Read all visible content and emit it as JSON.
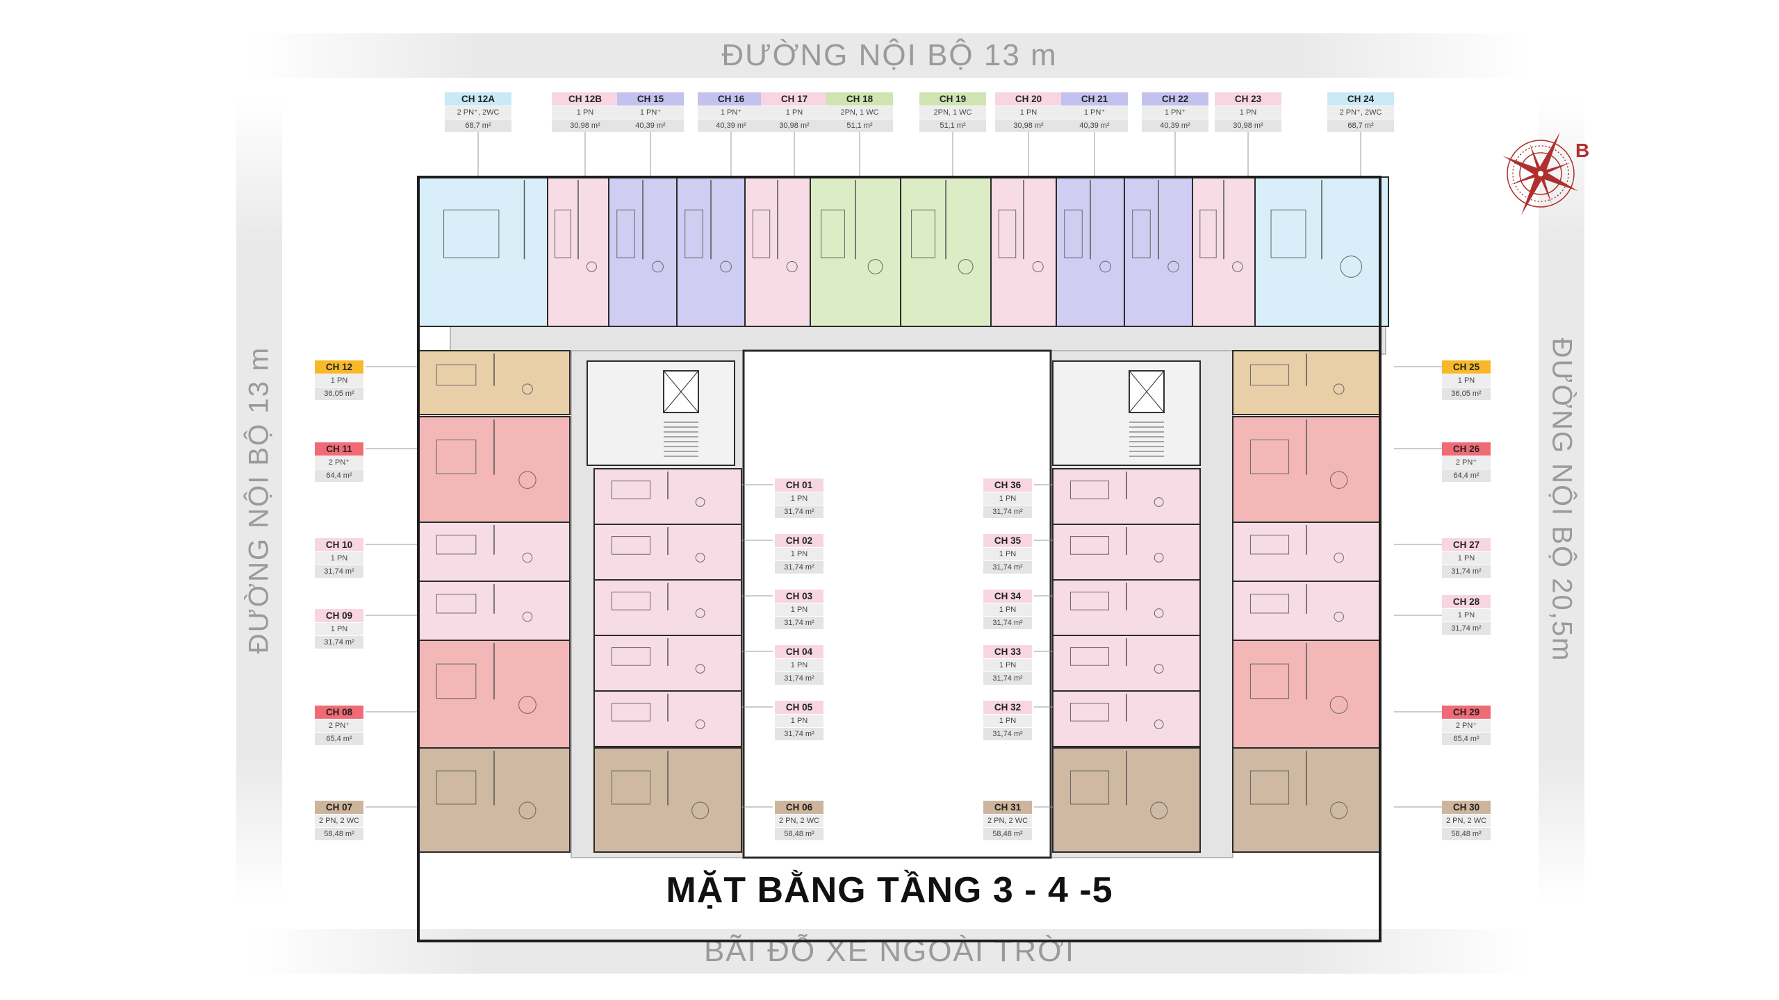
{
  "title": "MẶT BẰNG TẦNG 3 - 4 -5",
  "roads": {
    "top": "ĐƯỜNG NỘI BỘ 13 m",
    "left": "ĐƯỜNG NỘI BỘ 13 m",
    "right": "ĐƯỜNG NỘI BỘ 20,5m",
    "bottom": "BÃI ĐỖ XE NGOÀI TRỜI"
  },
  "compass": {
    "label": "B",
    "color": "#b0302f"
  },
  "colors": {
    "blue": "#d8eef8",
    "pink": "#f7dce6",
    "lilac": "#cfcdf1",
    "green": "#dcecc4",
    "salmon": "#f3b7b8",
    "beige": "#e9cfa8",
    "tan": "#cfb9a3",
    "corridor": "#e4e4e4"
  },
  "units": {
    "top": [
      {
        "code": "CH 12A",
        "type": "2 PN⁺, 2WC",
        "area": "68,7 m²",
        "tag": "#c9e9f6"
      },
      {
        "code": "CH 12B",
        "type": "1 PN",
        "area": "30,98 m²",
        "tag": "#f7d6e2"
      },
      {
        "code": "CH 15",
        "type": "1 PN⁺",
        "area": "40,39 m²",
        "tag": "#c3c1ee"
      },
      {
        "code": "CH 16",
        "type": "1 PN⁺",
        "area": "40,39 m²",
        "tag": "#c3c1ee"
      },
      {
        "code": "CH 17",
        "type": "1 PN",
        "area": "30,98 m²",
        "tag": "#f7d6e2"
      },
      {
        "code": "CH 18",
        "type": "2PN, 1 WC",
        "area": "51,1 m²",
        "tag": "#cfe4b0"
      },
      {
        "code": "CH 19",
        "type": "2PN, 1 WC",
        "area": "51,1 m²",
        "tag": "#cfe4b0"
      },
      {
        "code": "CH 20",
        "type": "1 PN",
        "area": "30,98 m²",
        "tag": "#f7d6e2"
      },
      {
        "code": "CH 21",
        "type": "1 PN⁺",
        "area": "40,39 m²",
        "tag": "#c3c1ee"
      },
      {
        "code": "CH 22",
        "type": "1 PN⁺",
        "area": "40,39 m²",
        "tag": "#c3c1ee"
      },
      {
        "code": "CH 23",
        "type": "1 PN",
        "area": "30,98 m²",
        "tag": "#f7d6e2"
      },
      {
        "code": "CH 24",
        "type": "2 PN⁺, 2WC",
        "area": "68,7 m²",
        "tag": "#c9e9f6"
      }
    ],
    "left": [
      {
        "code": "CH 12",
        "type": "1 PN",
        "area": "36,05 m²",
        "tag": "#f7b82a"
      },
      {
        "code": "CH 11",
        "type": "2 PN⁺",
        "area": "64,4 m²",
        "tag": "#ef6b75"
      },
      {
        "code": "CH 10",
        "type": "1 PN",
        "area": "31,74 m²",
        "tag": "#f7d6e2"
      },
      {
        "code": "CH 09",
        "type": "1 PN",
        "area": "31,74 m²",
        "tag": "#f7d6e2"
      },
      {
        "code": "CH 08",
        "type": "2 PN⁺",
        "area": "65,4 m²",
        "tag": "#ef6b75"
      },
      {
        "code": "CH 07",
        "type": "2 PN, 2 WC",
        "area": "58,48 m²",
        "tag": "#cdb49c"
      }
    ],
    "center_left": [
      {
        "code": "CH 01",
        "type": "1 PN",
        "area": "31,74 m²",
        "tag": "#f7d6e2"
      },
      {
        "code": "CH 02",
        "type": "1 PN",
        "area": "31,74 m²",
        "tag": "#f7d6e2"
      },
      {
        "code": "CH 03",
        "type": "1 PN",
        "area": "31,74 m²",
        "tag": "#f7d6e2"
      },
      {
        "code": "CH 04",
        "type": "1 PN",
        "area": "31,74 m²",
        "tag": "#f7d6e2"
      },
      {
        "code": "CH 05",
        "type": "1 PN",
        "area": "31,74 m²",
        "tag": "#f7d6e2"
      },
      {
        "code": "CH 06",
        "type": "2 PN, 2 WC",
        "area": "58,48 m²",
        "tag": "#cdb49c"
      }
    ],
    "center_right": [
      {
        "code": "CH 36",
        "type": "1 PN",
        "area": "31,74 m²",
        "tag": "#f7d6e2"
      },
      {
        "code": "CH 35",
        "type": "1 PN",
        "area": "31,74 m²",
        "tag": "#f7d6e2"
      },
      {
        "code": "CH 34",
        "type": "1 PN",
        "area": "31,74 m²",
        "tag": "#f7d6e2"
      },
      {
        "code": "CH 33",
        "type": "1 PN",
        "area": "31,74 m²",
        "tag": "#f7d6e2"
      },
      {
        "code": "CH 32",
        "type": "1 PN",
        "area": "31,74 m²",
        "tag": "#f7d6e2"
      },
      {
        "code": "CH 31",
        "type": "2 PN, 2 WC",
        "area": "58,48 m²",
        "tag": "#cdb49c"
      }
    ],
    "right": [
      {
        "code": "CH 25",
        "type": "1 PN",
        "area": "36,05 m²",
        "tag": "#f7b82a"
      },
      {
        "code": "CH 26",
        "type": "2 PN⁺",
        "area": "64,4 m²",
        "tag": "#ef6b75"
      },
      {
        "code": "CH 27",
        "type": "1 PN",
        "area": "31,74 m²",
        "tag": "#f7d6e2"
      },
      {
        "code": "CH 28",
        "type": "1 PN",
        "area": "31,74 m²",
        "tag": "#f7d6e2"
      },
      {
        "code": "CH 29",
        "type": "2 PN⁺",
        "area": "65,4 m²",
        "tag": "#ef6b75"
      },
      {
        "code": "CH 30",
        "type": "2 PN, 2 WC",
        "area": "58,48 m²",
        "tag": "#cdb49c"
      }
    ]
  }
}
